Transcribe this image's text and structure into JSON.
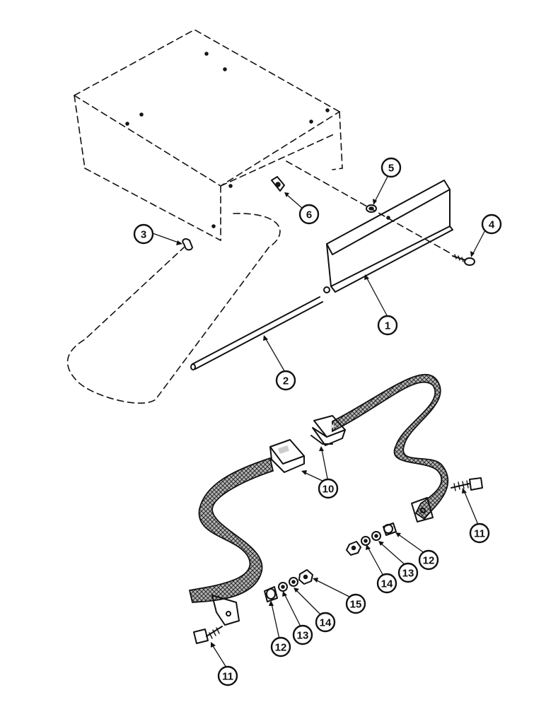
{
  "callouts": [
    {
      "id": "c1",
      "label": "1"
    },
    {
      "id": "c2",
      "label": "2"
    },
    {
      "id": "c3",
      "label": "3"
    },
    {
      "id": "c4",
      "label": "4"
    },
    {
      "id": "c5",
      "label": "5"
    },
    {
      "id": "c6",
      "label": "6"
    },
    {
      "id": "c10",
      "label": "10"
    },
    {
      "id": "c11a",
      "label": "11"
    },
    {
      "id": "c11b",
      "label": "11"
    },
    {
      "id": "c12a",
      "label": "12"
    },
    {
      "id": "c12b",
      "label": "12"
    },
    {
      "id": "c13a",
      "label": "13"
    },
    {
      "id": "c13b",
      "label": "13"
    },
    {
      "id": "c14a",
      "label": "14"
    },
    {
      "id": "c14b",
      "label": "14"
    },
    {
      "id": "c15",
      "label": "15"
    }
  ],
  "colors": {
    "ink": "#111111",
    "paper": "#ffffff",
    "webbing": "#9a9a9a"
  }
}
